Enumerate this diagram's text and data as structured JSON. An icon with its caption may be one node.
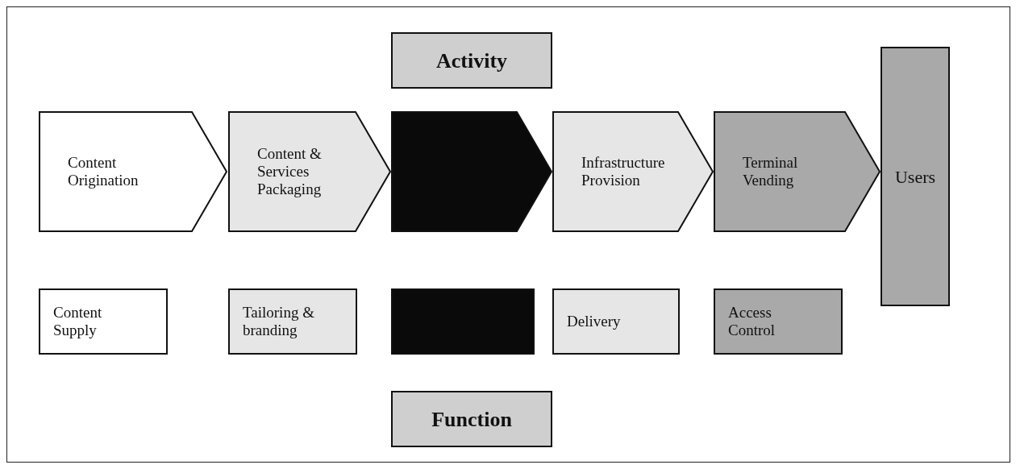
{
  "diagram": {
    "nodes": [
      {
        "text": [
          "Activity"
        ]
      },
      {
        "text": [
          "Content Origination"
        ]
      },
      {
        "text": [
          "Content & Services Packaging"
        ]
      },
      {
        "text": [],
        "shape": "chevron"
      },
      {
        "text": [
          "Infrastructure Provision"
        ]
      },
      {
        "text": [
          "Terminal Vending"
        ]
      },
      {
        "text": [
          "Users"
        ]
      },
      {
        "text": [
          "Content Supply"
        ]
      },
      {
        "text": [
          "Tailoring & branding"
        ]
      },
      {
        "text": [],
        "shape": "box"
      },
      {
        "text": [
          "Delivery"
        ]
      },
      {
        "text": [
          "Access Control"
        ]
      },
      {
        "text": [
          "Function"
        ]
      }
    ]
  }
}
